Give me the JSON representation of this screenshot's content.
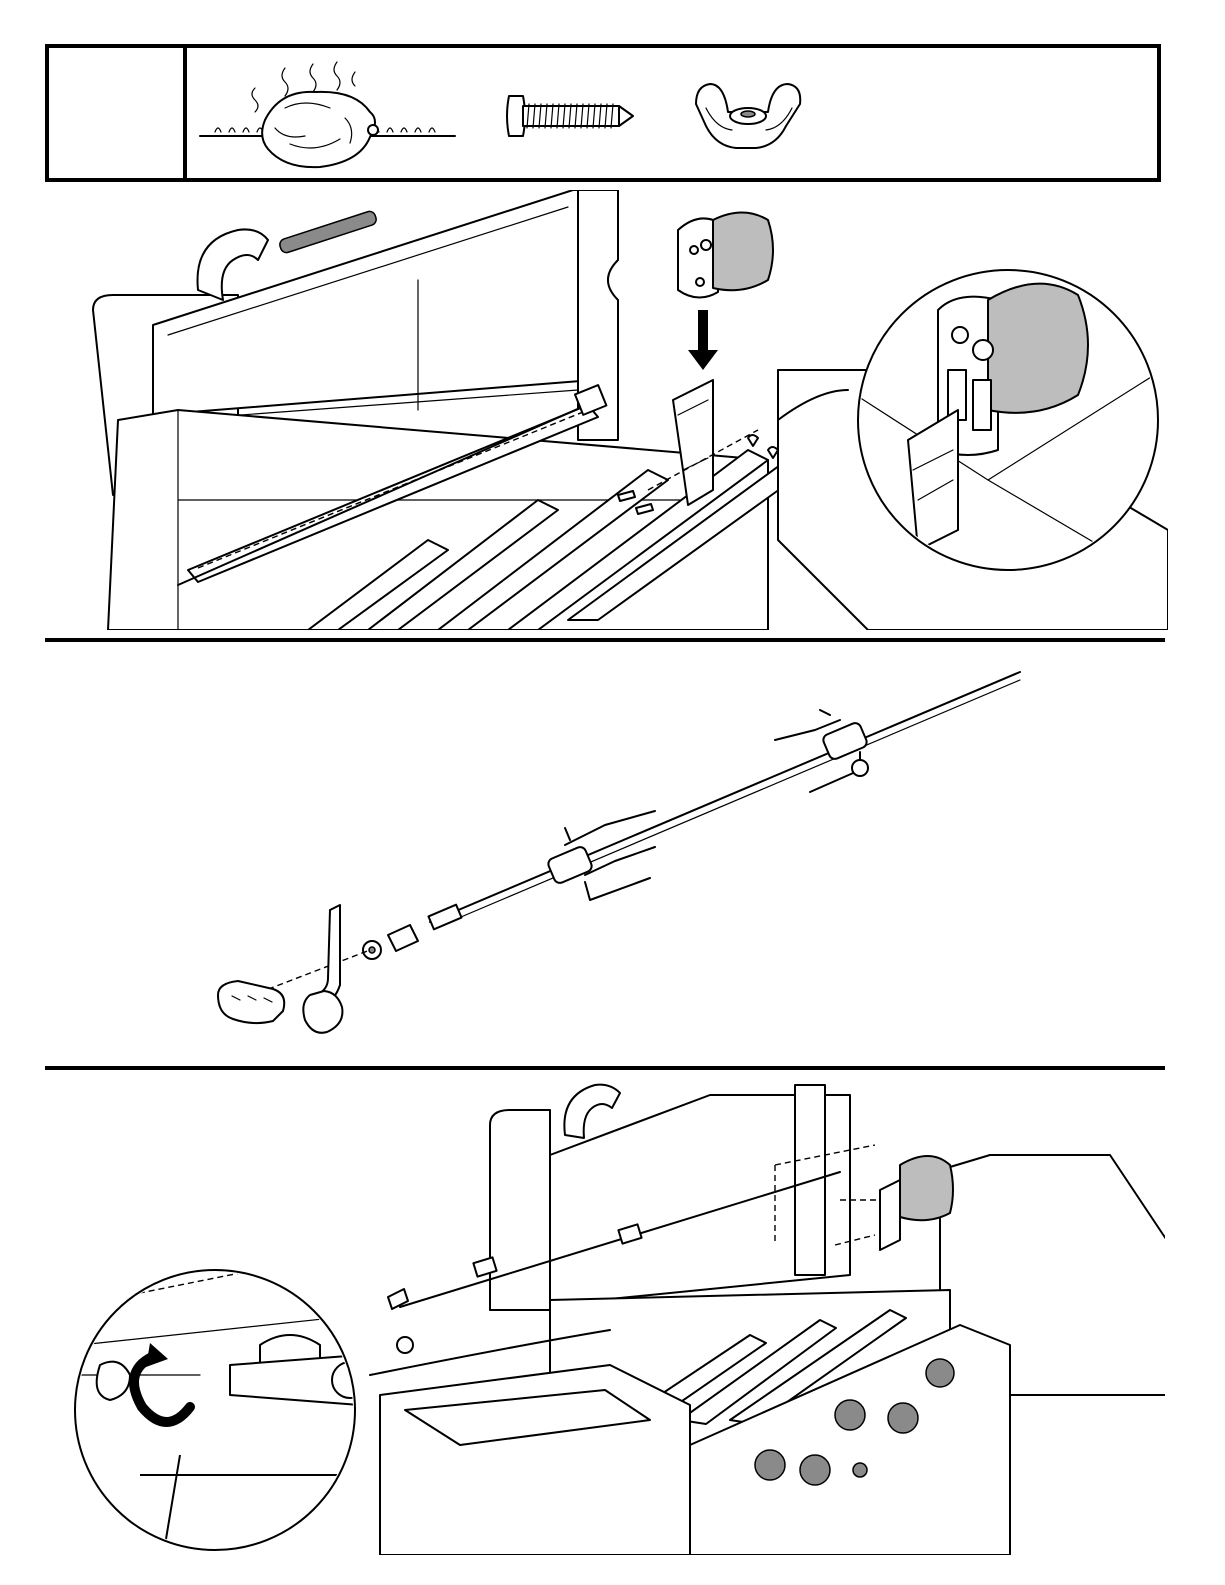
{
  "header": {
    "step_number": "",
    "parts": [
      {
        "name": "rotisserie-chicken",
        "icon": "rotisserie-chicken-icon"
      },
      {
        "name": "screw",
        "icon": "screw-icon"
      },
      {
        "name": "wing-nut",
        "icon": "wing-nut-icon"
      }
    ]
  },
  "panels": [
    {
      "id": "motor-bracket-installation",
      "callout": "motor-bracket-detail-zoom"
    },
    {
      "id": "spit-rod-exploded-view",
      "callout": ""
    },
    {
      "id": "spit-installed-in-grill",
      "callout": "spit-knob-rotation-zoom"
    }
  ],
  "colors": {
    "line": "#000000",
    "fill_light": "#bdbdbd",
    "fill_dark": "#8a8a8a",
    "background": "#ffffff"
  }
}
